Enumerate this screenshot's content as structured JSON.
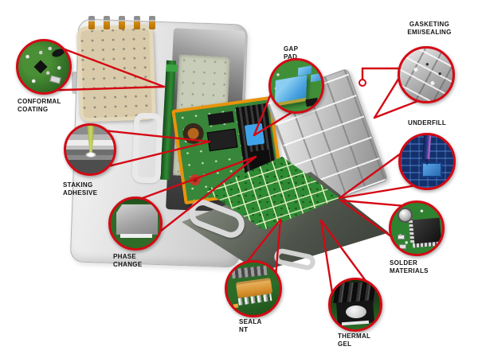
{
  "diagram": {
    "background": "#ffffff",
    "accent_red": "#d40914",
    "label_color": "#141414",
    "labels": {
      "conformal": {
        "line1": "CONFORMAL",
        "line2": "COATING"
      },
      "staking": {
        "line1": "STAKING",
        "line2": "ADHESIVE"
      },
      "phase": {
        "line1": "PHASE",
        "line2": "CHANGE"
      },
      "gap": {
        "line1": "GAP",
        "line2": "PAD"
      },
      "gasketing": {
        "line1": "GASKETING",
        "line2": "EMI/SEALING"
      },
      "underfill": {
        "line1": "UNDERFILL",
        "line2": ""
      },
      "solder": {
        "line1": "SOLDER",
        "line2": "MATERIALS"
      },
      "sealant": {
        "line1": "SEALA",
        "line2": "NT"
      },
      "thermal": {
        "line1": "THERMAL",
        "line2": "GEL"
      }
    }
  }
}
